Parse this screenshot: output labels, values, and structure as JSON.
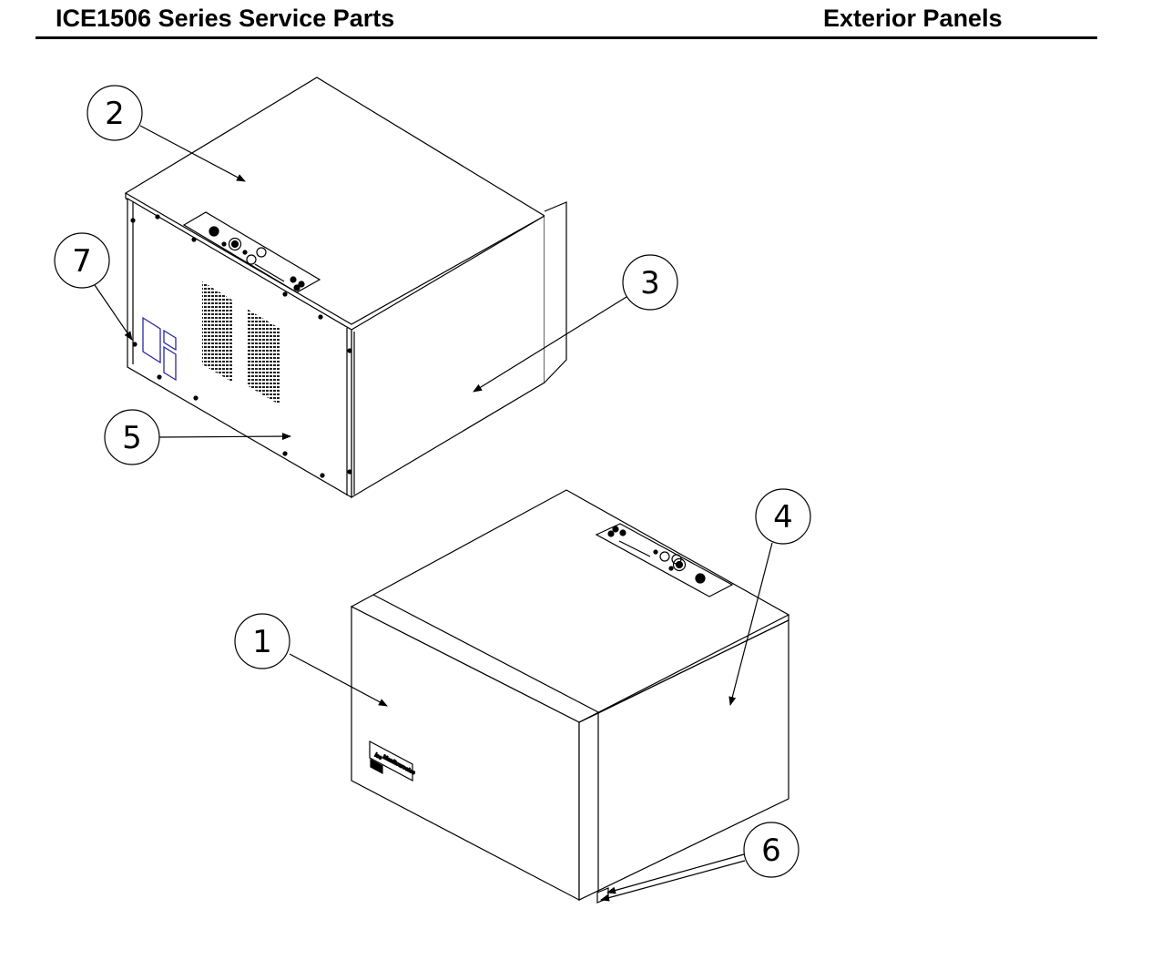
{
  "header": {
    "title": "ICE1506 Series Service Parts",
    "section": "Exterior Panels"
  },
  "callouts": [
    {
      "id": "1",
      "label": "1"
    },
    {
      "id": "2",
      "label": "2"
    },
    {
      "id": "3",
      "label": "3"
    },
    {
      "id": "4",
      "label": "4"
    },
    {
      "id": "5",
      "label": "5"
    },
    {
      "id": "6",
      "label": "6"
    },
    {
      "id": "7",
      "label": "7"
    }
  ],
  "front_panel_logo": {
    "brand": "ManitowocIce",
    "mark": "ice"
  }
}
